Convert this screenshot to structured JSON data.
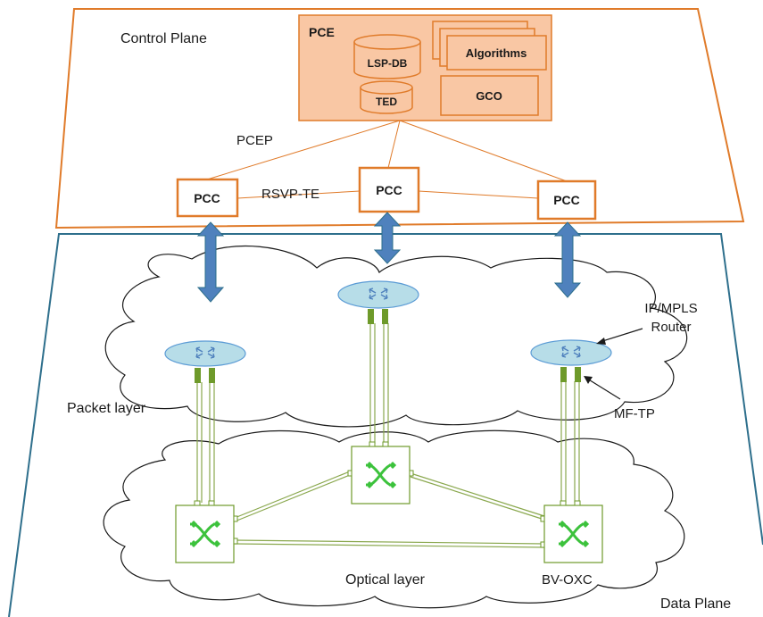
{
  "planes": {
    "control": "Control Plane",
    "data": "Data Plane"
  },
  "pce": {
    "title": "PCE",
    "lsp_db": "LSP-DB",
    "ted": "TED",
    "algorithms": "Algorithms",
    "gco": "GCO"
  },
  "protocols": {
    "pcep": "PCEP",
    "rsvp_te": "RSVP-TE"
  },
  "pcc": {
    "left": "PCC",
    "center": "PCC",
    "right": "PCC"
  },
  "layers": {
    "packet": "Packet layer",
    "optical": "Optical layer"
  },
  "annotations": {
    "router_line1": "IP/MPLS",
    "router_line2": "Router",
    "mf_tp": "MF-TP",
    "bv_oxc": "BV-OXC"
  },
  "colors": {
    "control_border": "#e07b2a",
    "pce_fill": "#f9c7a4",
    "data_border": "#2e6f8c",
    "arrow_fill": "#4f81bd",
    "router_fill": "#b7dde8",
    "router_border": "#5b9bd5",
    "port_fill": "#6e9a2a",
    "link_green": "#8aa84e",
    "oxc_border": "#6e9a2a",
    "oxc_fill": "#ffffff",
    "oxc_arrow": "#3cc23c"
  }
}
